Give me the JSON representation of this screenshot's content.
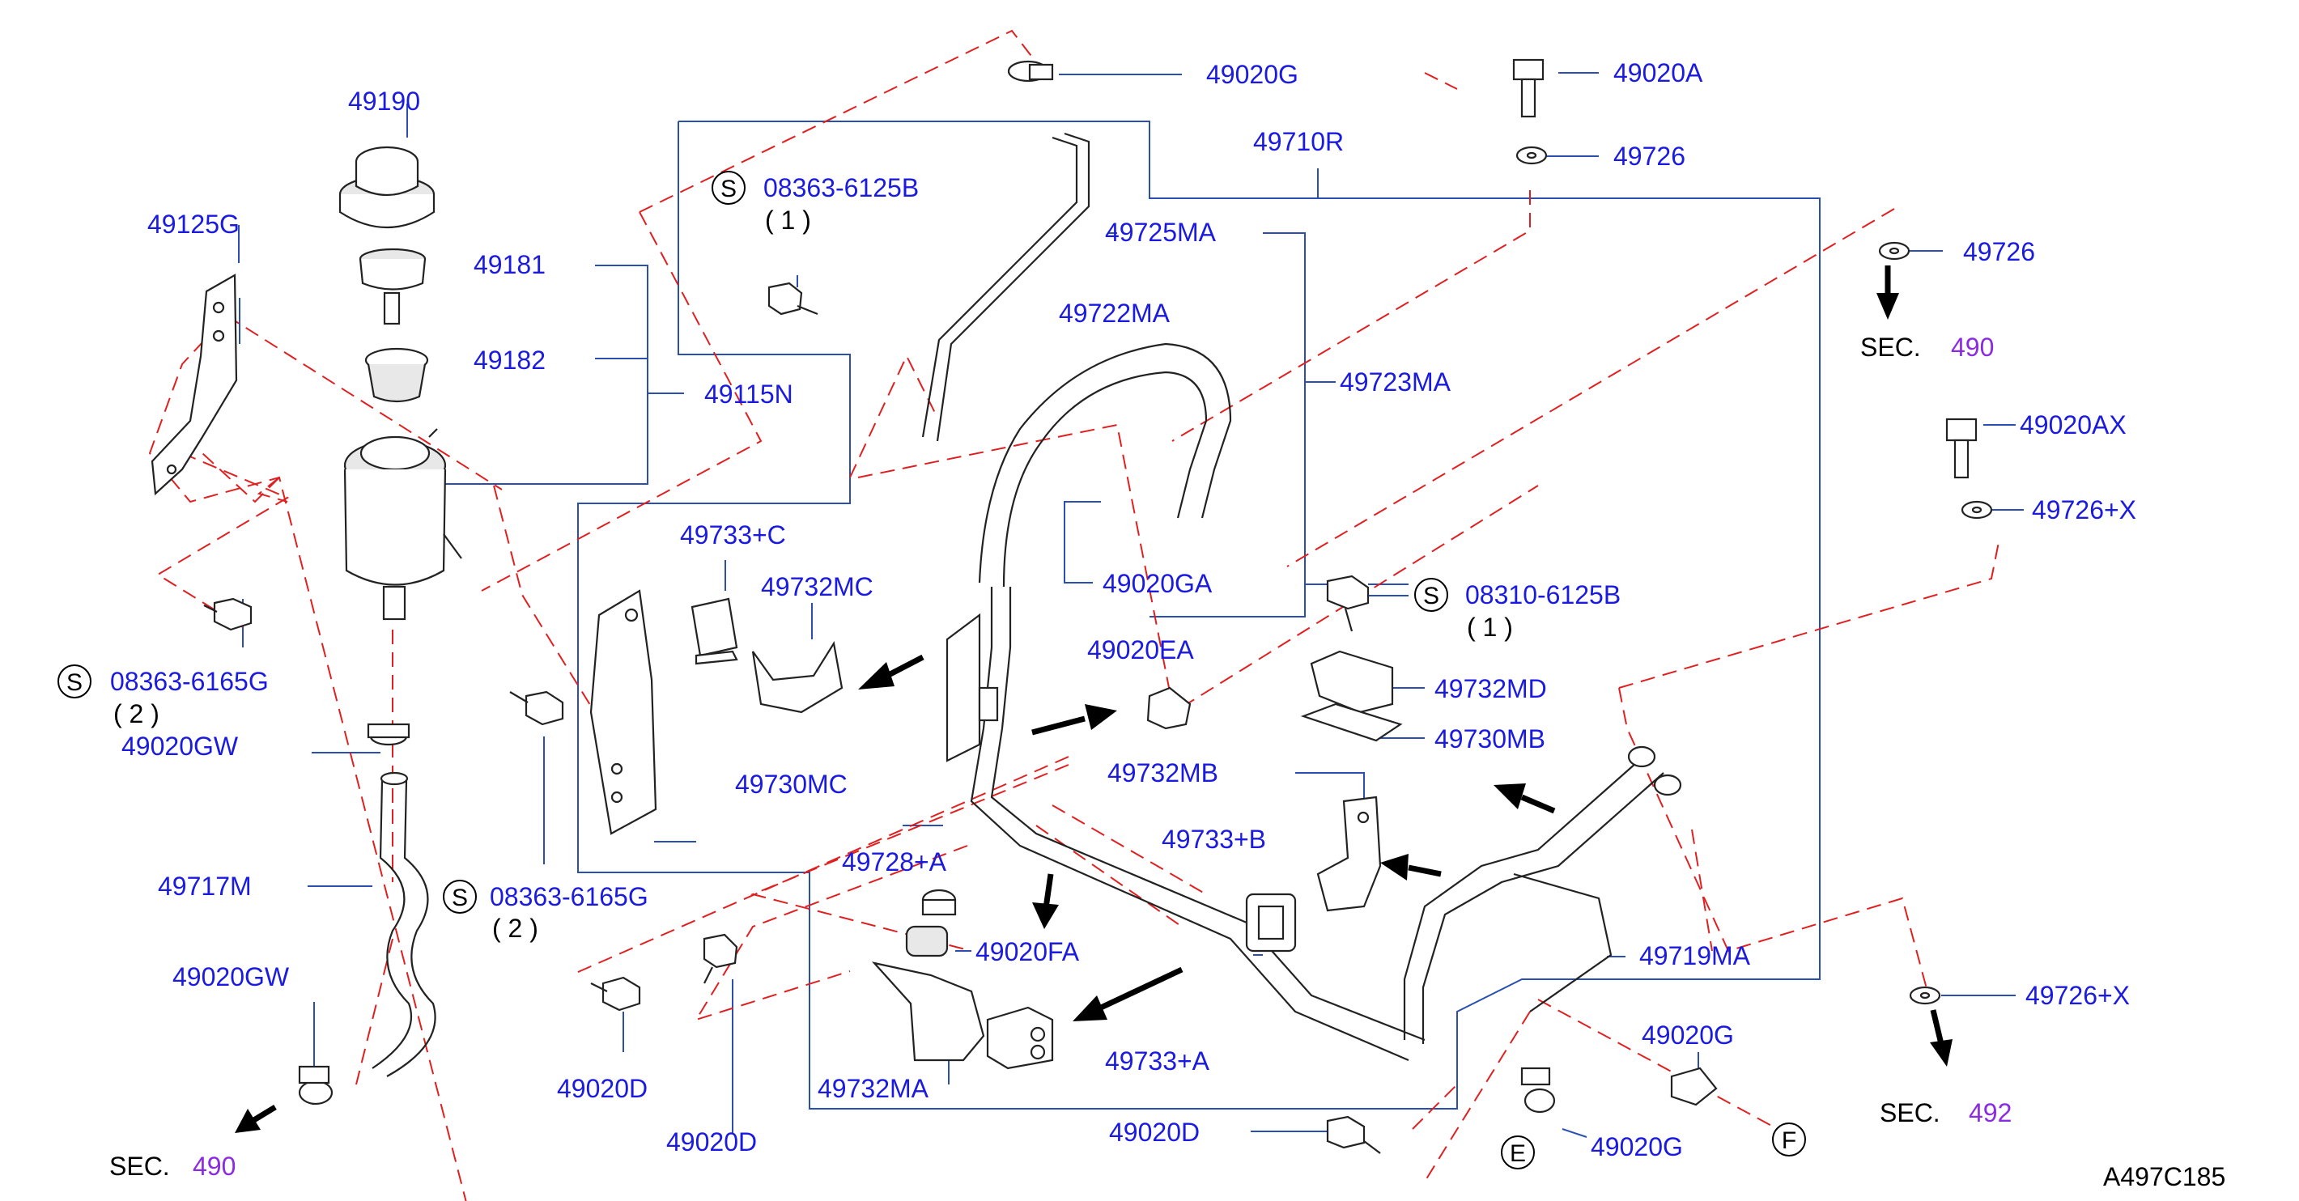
{
  "diagram": {
    "drawing_code": "A497C185",
    "parts": {
      "p49190": "49190",
      "p49181": "49181",
      "p49182": "49182",
      "p49115N": "49115N",
      "p49125G": "49125G",
      "p08363_6165G_left": "08363-6165G",
      "p08363_6165G_left_qty": "( 2 )",
      "p49020GW_top": "49020GW",
      "p49717M": "49717M",
      "p49020GW_bottom": "49020GW",
      "p08363_6165G_mid": "08363-6165G",
      "p08363_6165G_mid_qty": "( 2 )",
      "p49020G_top": "49020G",
      "p08363_6125B": "08363-6125B",
      "p08363_6125B_qty": "( 1 )",
      "p49710R": "49710R",
      "p49725MA": "49725MA",
      "p49722MA": "49722MA",
      "p49723MA": "49723MA",
      "p49020A": "49020A",
      "p49726_top": "49726",
      "p49733C": "49733+C",
      "p49732MC": "49732MC",
      "p49020GA": "49020GA",
      "p49020EA": "49020EA",
      "p49730MC": "49730MC",
      "p08310_6125B": "08310-6125B",
      "p08310_6125B_qty": "( 1 )",
      "p49732MD": "49732MD",
      "p49730MB": "49730MB",
      "p49732MB": "49732MB",
      "p49728A": "49728+A",
      "p49020FA": "49020FA",
      "p49733B": "49733+B",
      "p49732MA": "49732MA",
      "p49733A": "49733+A",
      "p49020D_left": "49020D",
      "p49020D_mid": "49020D",
      "p49020D_bottom": "49020D",
      "p49719MA": "49719MA",
      "p49020G_right": "49020G",
      "p49020G_bottom": "49020G",
      "p49726_right": "49726",
      "p49020AX": "49020AX",
      "p49726X_top": "49726+X",
      "p49726X_bottom": "49726+X"
    },
    "sec_refs": {
      "sec_label": "SEC.",
      "sec_490_bottom_left": "490",
      "sec_490_right": "490",
      "sec_492_right": "492"
    },
    "markers": {
      "s_symbol": "S",
      "e_symbol": "E",
      "f_symbol": "F"
    },
    "colors": {
      "label_blue": "#1a1ae0",
      "leader_blue": "#2a4fb0",
      "dashed_red": "#e02020",
      "sec_purple": "#8a2be2"
    }
  }
}
